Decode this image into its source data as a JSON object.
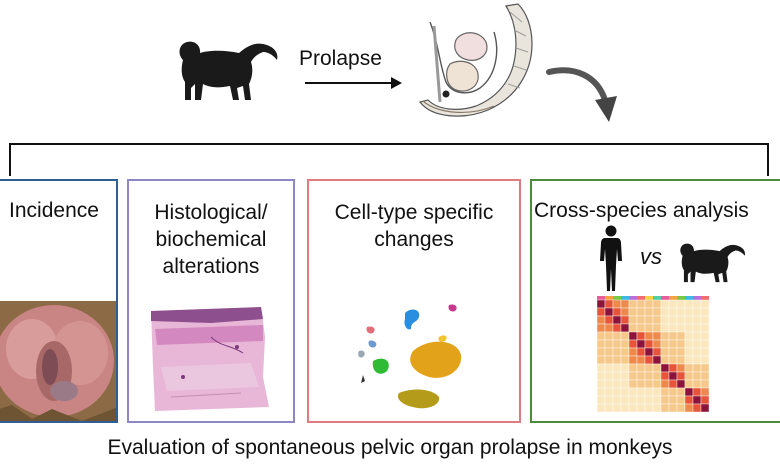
{
  "top": {
    "arrow_label": "Prolapse"
  },
  "boxes": [
    {
      "title": "Incidence",
      "color": "#2f5f93"
    },
    {
      "title": "Histological/\nbiochemical\nalterations",
      "color": "#8d88c4"
    },
    {
      "title": "Cell-type specific\nchanges",
      "color": "#e07b80"
    },
    {
      "title": "Cross-species analysis",
      "color": "#4c8b3c"
    }
  ],
  "comparison": {
    "vs": "vs"
  },
  "footer": "Evaluation of spontaneous pelvic organ prolapse in monkeys",
  "icons": [
    "monkey-silhouette-icon",
    "human-silhouette-icon",
    "pelvic-anatomy-icon",
    "curved-arrow-icon"
  ]
}
